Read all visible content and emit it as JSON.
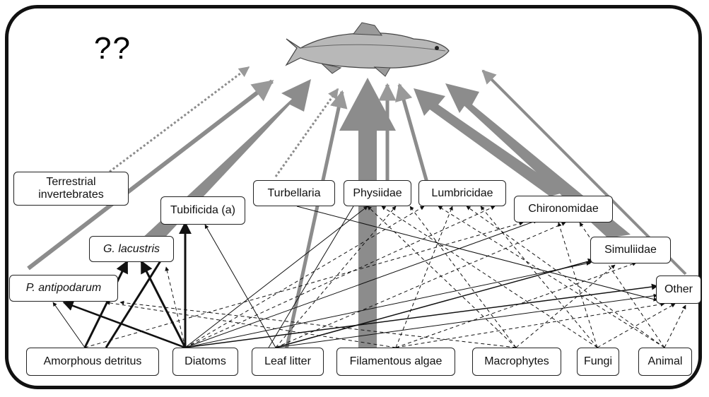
{
  "title_marker": "??",
  "top_consumer": {
    "icon": "trout-fish-icon"
  },
  "nodes": {
    "terrestrial": "Terrestrial\ninvertebrates",
    "tubificida": "Tubificida (a)",
    "turbellaria": "Turbellaria",
    "physiidae": "Physiidae",
    "lumbricidae": "Lumbricidae",
    "chironomidae": "Chironomidae",
    "g_lacustris": "G. lacustris",
    "simuliidae": "Simuliidae",
    "p_antipodarum": "P. antipodarum",
    "other": "Other",
    "amorphous_detritus": "Amorphous detritus",
    "diatoms": "Diatoms",
    "leaf_litter": "Leaf litter",
    "filamentous_algae": "Filamentous algae",
    "macrophytes": "Macrophytes",
    "fungi": "Fungi",
    "animal": "Animal"
  },
  "colors": {
    "frame": "#111111",
    "thick_arrow": "#8c8c8c",
    "thin_arrow": "#999999",
    "link": "#111111"
  }
}
